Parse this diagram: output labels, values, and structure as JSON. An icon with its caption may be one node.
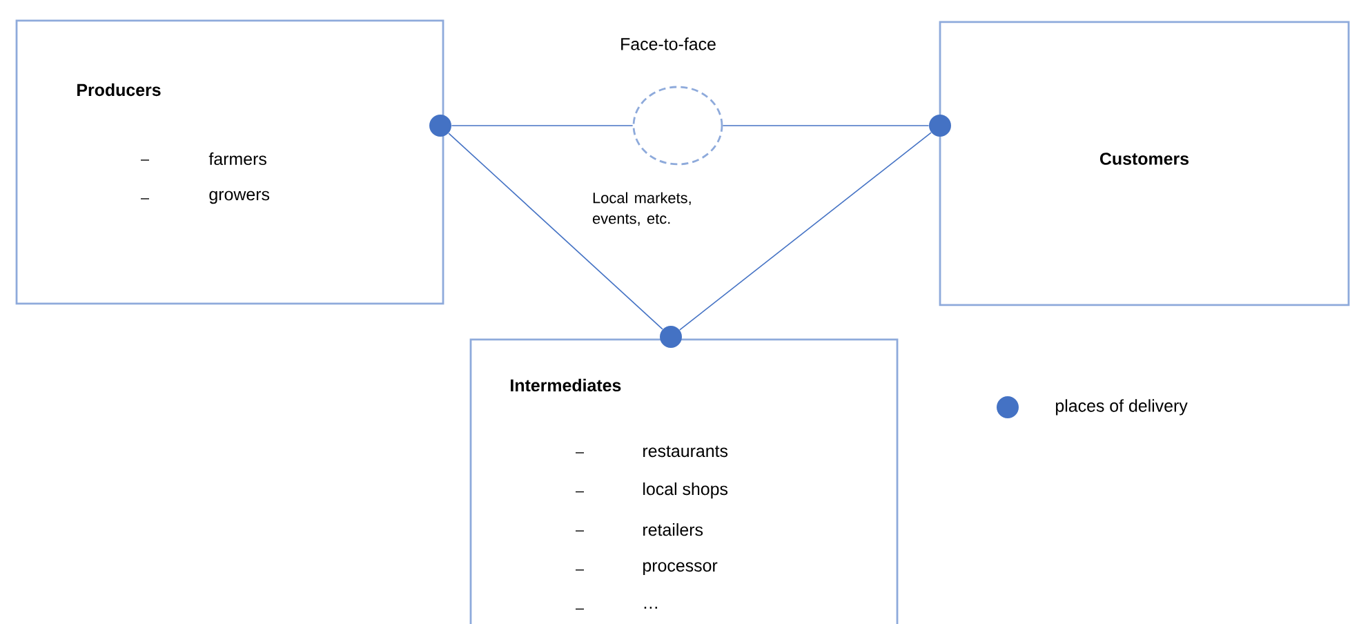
{
  "diagram": {
    "nodes": [
      {
        "text": [
          "Producers",
          "farmers",
          "growers"
        ]
      },
      {
        "text": [
          "Customers"
        ]
      },
      {
        "text": [
          "Intermediates",
          "restaurants",
          "local shops",
          "retailers",
          "processor",
          "…"
        ]
      },
      {
        "text": [],
        "shape": "circle"
      },
      {
        "text": [],
        "shape": "circle"
      },
      {
        "text": [],
        "shape": "circle"
      },
      {
        "text": [],
        "shape": "circle",
        "beside": [
          "Face-to-face",
          "Local markets, events, etc."
        ]
      }
    ],
    "edges": [
      {
        "from": 3,
        "to": 6,
        "arrow": "none"
      },
      {
        "from": 6,
        "to": 4,
        "arrow": "none"
      },
      {
        "from": 3,
        "to": 5,
        "arrow": "none"
      },
      {
        "from": 5,
        "to": 4,
        "arrow": "none"
      }
    ],
    "legend": [
      {
        "text": "places of delivery",
        "color": "#4472c4"
      }
    ]
  }
}
